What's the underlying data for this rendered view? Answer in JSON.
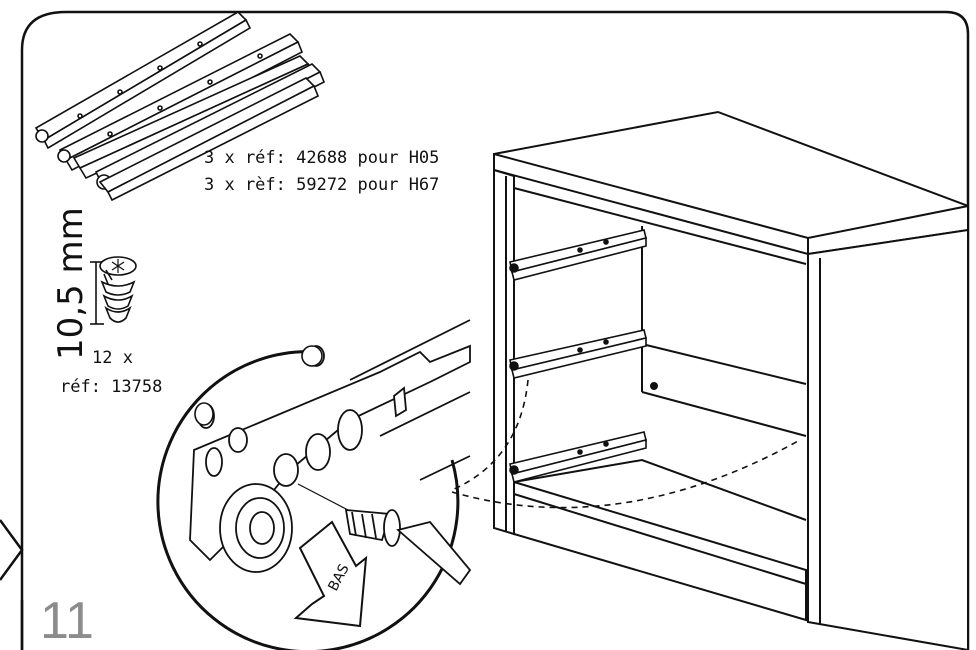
{
  "rails_ref_line1": "3 x réf: 42688 pour H05",
  "rails_ref_line2": "3 x rèf: 59272 pour H67",
  "screw_length": "10,5 mm",
  "screw_qty": "12 x",
  "screw_ref": "réf: 13758",
  "arrow_label": "BAS",
  "step_number": "11"
}
